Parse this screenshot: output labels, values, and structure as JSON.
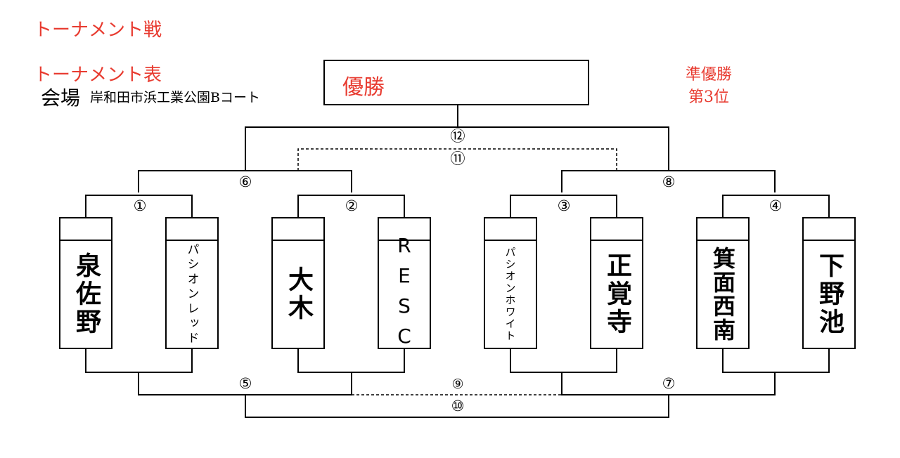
{
  "header": {
    "title": "トーナメント戦",
    "subtitle": "トーナメント表",
    "venue_label": "会場",
    "venue_value": "岸和田市浜工業公園Bコート"
  },
  "podium": {
    "champion_label": "優勝",
    "runner_up_label": "準優勝",
    "third_label": "第3位"
  },
  "teams": [
    {
      "name": "泉佐野"
    },
    {
      "name": "パシオンレッド"
    },
    {
      "name": "大木"
    },
    {
      "name": "RESC"
    },
    {
      "name": "パシオンホワイト"
    },
    {
      "name": "正覚寺"
    },
    {
      "name": "箕面西南"
    },
    {
      "name": "下野池"
    }
  ],
  "matches": {
    "m1": "①",
    "m2": "②",
    "m3": "③",
    "m4": "④",
    "m5": "⑤",
    "m6": "⑥",
    "m7": "⑦",
    "m8": "⑧",
    "m9": "⑨",
    "m10": "⑩",
    "m11": "⑪",
    "m12": "⑫"
  },
  "colors": {
    "accent": "#e83b30",
    "line": "#000000"
  }
}
